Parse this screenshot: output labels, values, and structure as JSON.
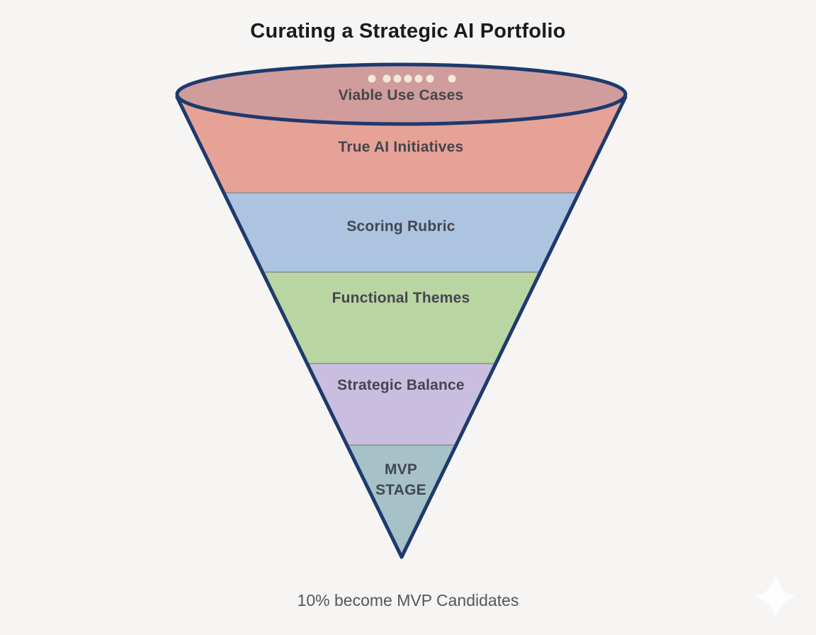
{
  "page": {
    "title": "Curating a Strategic AI Portfolio",
    "caption": "10% become MVP Candidates",
    "background_color": "#f6f5f4"
  },
  "funnel": {
    "outline_color": "#1e3a6d",
    "separator_color": "#8d8d8d",
    "label_color": "#45454f",
    "stages": [
      {
        "label": "Viable Use Cases",
        "color": "#d09d9c"
      },
      {
        "label": "True AI Initiatives",
        "color": "#e6a296"
      },
      {
        "label": "Scoring Rubric",
        "color": "#acc4e0"
      },
      {
        "label": "Functional Themes",
        "color": "#b9d5a2"
      },
      {
        "label": "Strategic Balance",
        "color": "#c9bedf"
      },
      {
        "label": "MVP STAGE",
        "label_lines": [
          "MVP",
          "STAGE"
        ],
        "color": "#a6c2c8"
      }
    ]
  },
  "decoration": {
    "dots_color": "#f1ead8",
    "sparkle_color": "#fdfdfd"
  }
}
